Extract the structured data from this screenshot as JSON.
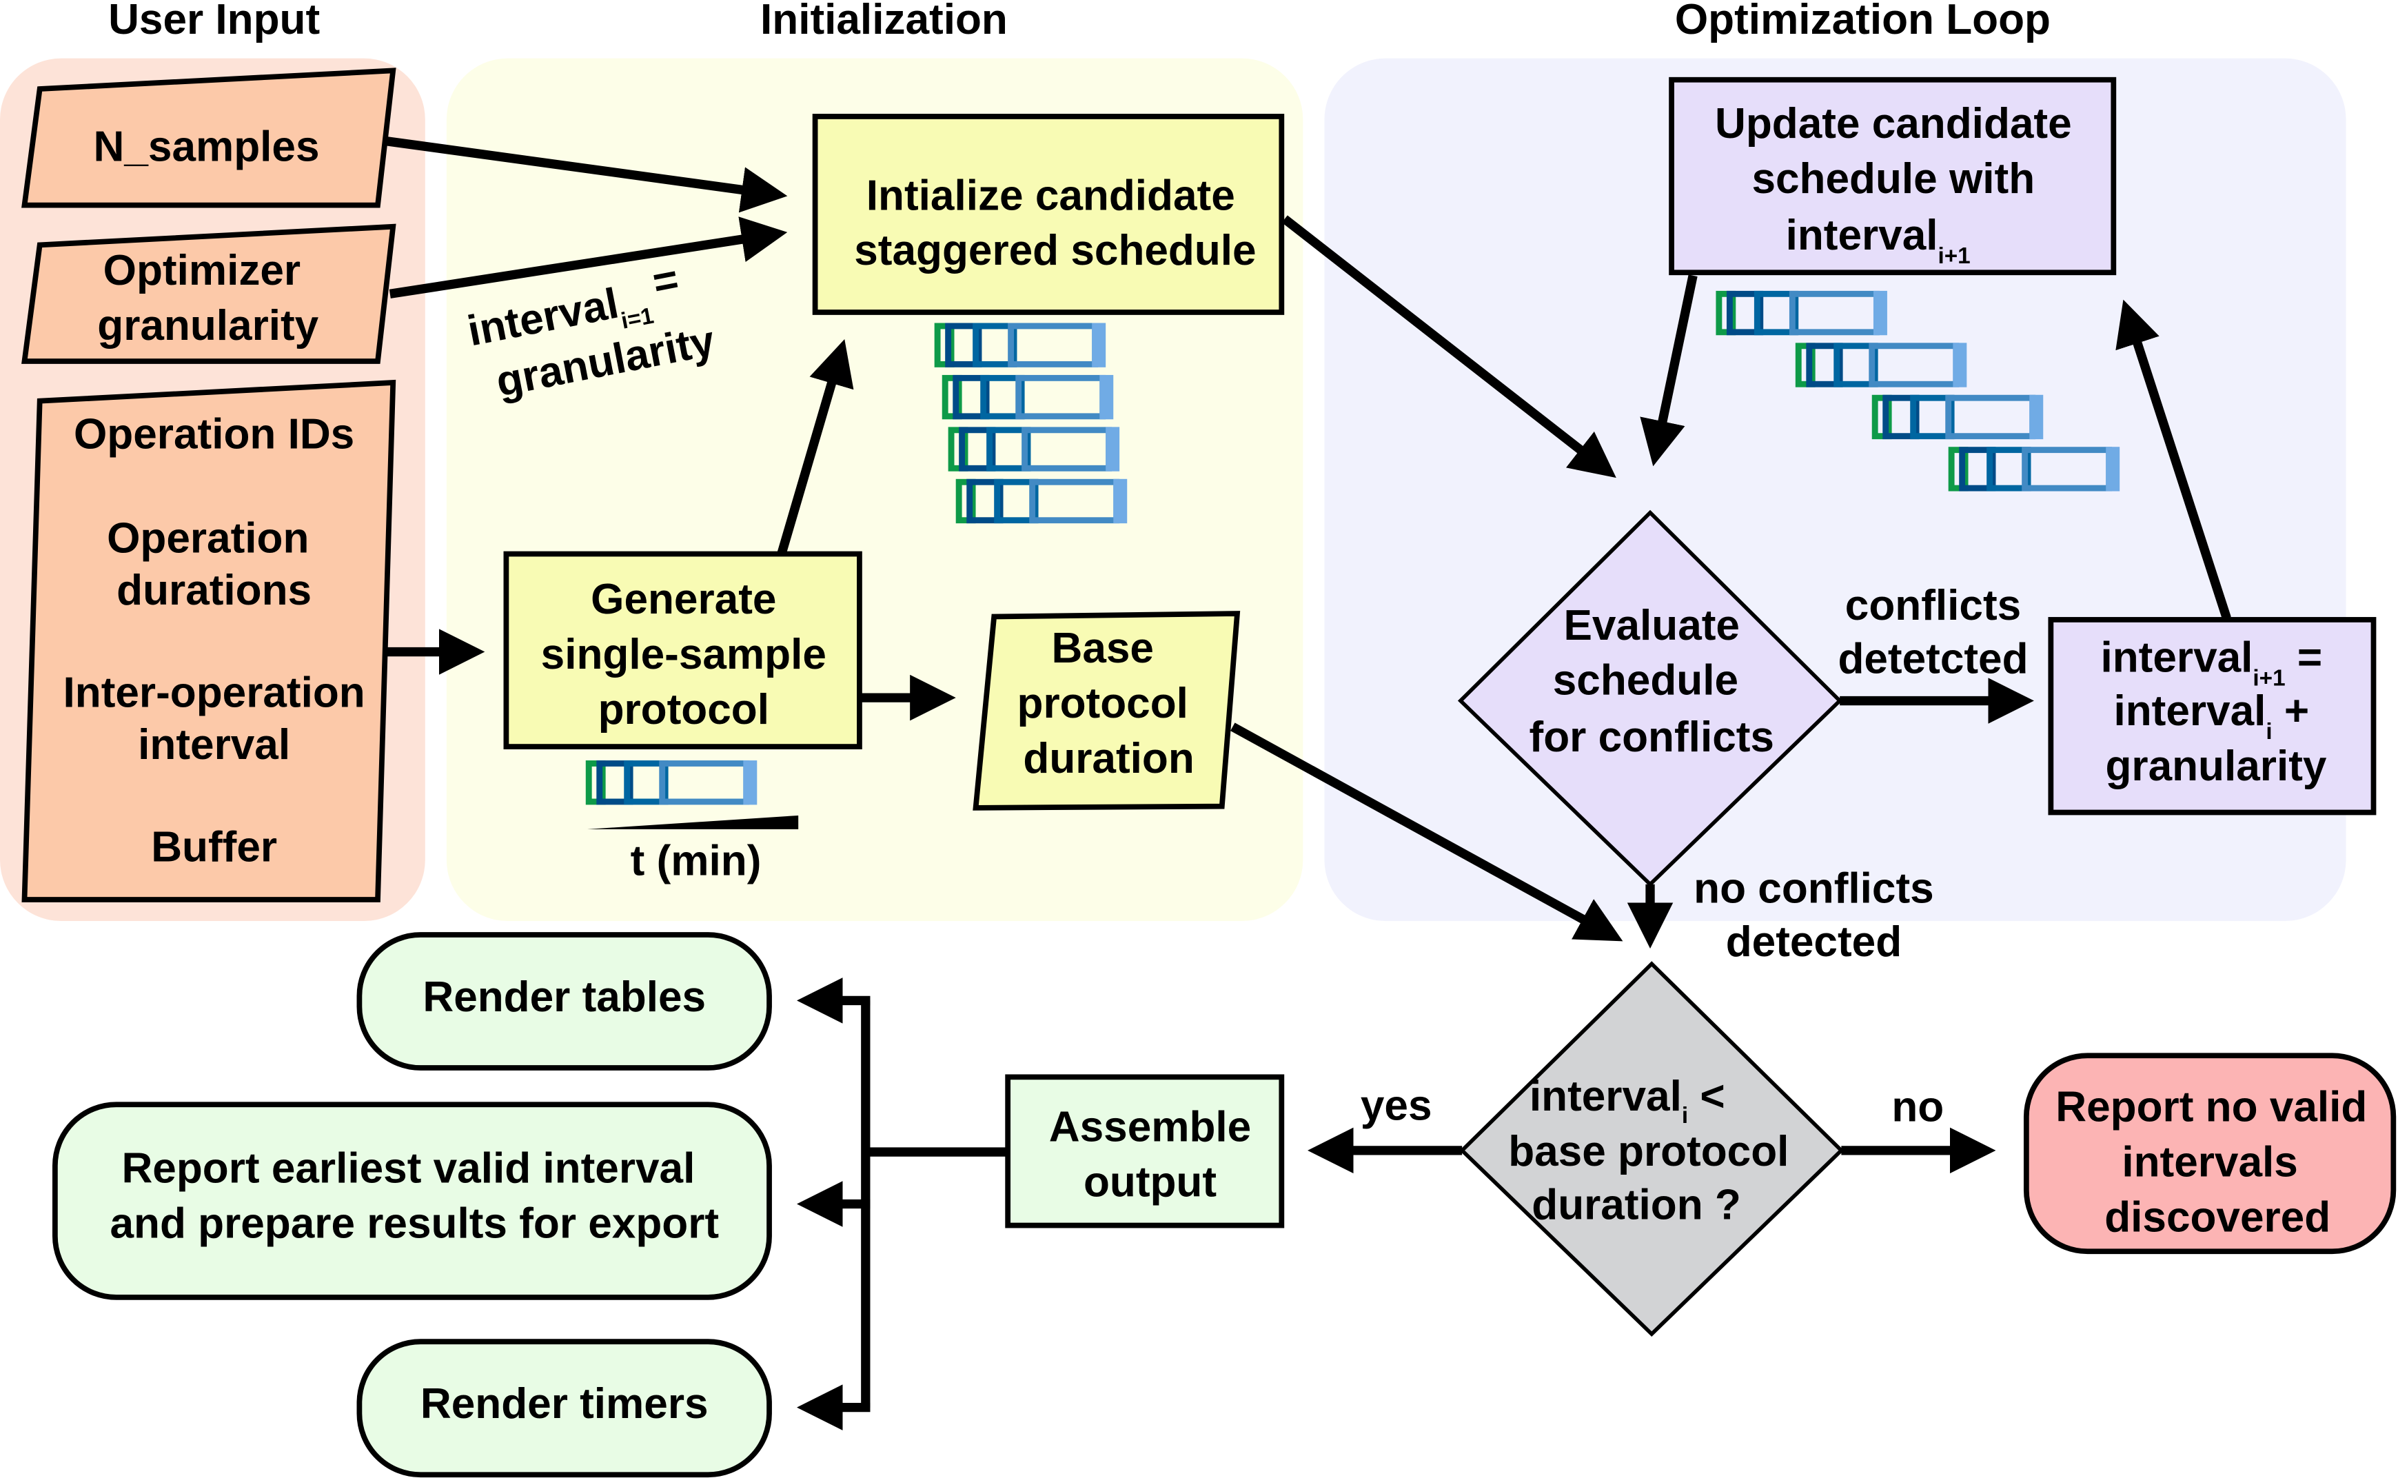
{
  "sections": {
    "user_input": "User Input",
    "initialization": "Initialization",
    "optimization_loop": "Optimization Loop"
  },
  "colors": {
    "user_input_bg": "#fde3d8",
    "user_input_box": "#fcc9a9",
    "init_bg": "#fdfee8",
    "init_box": "#f8fbb4",
    "loop_bg": "#f1f2fd",
    "loop_box": "#e6defa",
    "decision_gray": "#d2d3d5",
    "output_box": "#e8fce5",
    "fail_box": "#fcb4b4",
    "gantt": [
      "#0e9a48",
      "#004b87",
      "#0066a1",
      "#428ac4",
      "#70abe5"
    ]
  },
  "inputs": {
    "n_samples": "N_samples",
    "granularity": [
      "Optimizer",
      "granularity"
    ],
    "operations": [
      "Operation IDs",
      "Operation",
      "durations",
      "Inter-operation",
      "interval",
      "Buffer"
    ]
  },
  "init": {
    "candidate": [
      "Intialize candidate",
      "staggered schedule"
    ],
    "generate": [
      "Generate",
      "single-sample",
      "protocol"
    ],
    "base_duration": [
      "Base",
      "protocol",
      "duration"
    ],
    "time_axis_label": "t (min)",
    "interval_label": {
      "main": "interval",
      "sub": "i=1",
      "eq": "=",
      "rhs": "granularity"
    }
  },
  "loop": {
    "update": [
      "Update candidate",
      "schedule with",
      "interval"
    ],
    "update_sub": "i+1",
    "evaluate": [
      "Evaluate",
      "schedule",
      "for conflicts"
    ],
    "conflicts_label": [
      "conflicts",
      "detetcted"
    ],
    "increment": {
      "line1": "interval",
      "line1_sub": "i+1",
      "line1_eq": " =",
      "line2": "interval",
      "line2_sub": "i",
      "line2_op": " +",
      "line3": "granularity"
    },
    "no_conflicts_label": [
      "no conflicts",
      "detected"
    ]
  },
  "check": {
    "line1": "interval",
    "line1_sub": "i",
    "line1_op": " <",
    "line2": "base protocol",
    "line3": "duration ?",
    "yes": "yes",
    "no": "no"
  },
  "output": {
    "assemble": [
      "Assemble",
      "output"
    ],
    "render_tables": "Render tables",
    "report": [
      "Report earliest valid interval",
      "and prepare results for export"
    ],
    "render_timers": "Render timers",
    "no_valid": [
      "Report no valid",
      "intervals",
      "discovered"
    ]
  }
}
